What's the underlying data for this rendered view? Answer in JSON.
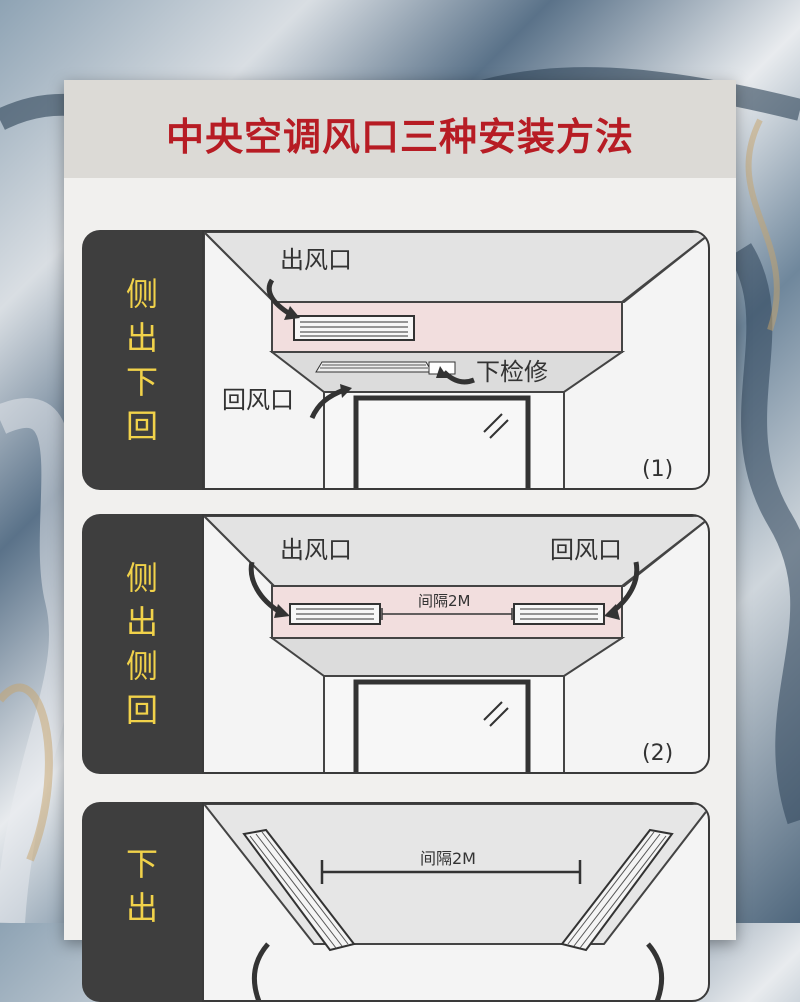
{
  "title": "中央空调风口三种安装方法",
  "panels": [
    {
      "label": [
        "侧",
        "出",
        "下",
        "回"
      ],
      "outlet": "出风口",
      "return": "回风口",
      "access": "下检修",
      "number": "(1)"
    },
    {
      "label": [
        "侧",
        "出",
        "侧",
        "回"
      ],
      "outlet": "出风口",
      "return": "回风口",
      "spacing": "间隔2M",
      "number": "(2)"
    },
    {
      "label": [
        "下",
        "出"
      ],
      "spacing": "间隔2M"
    }
  ],
  "colors": {
    "title": "#b71c24",
    "label_text": "#f1d24a",
    "label_bg": "#3e3e3e",
    "soffit": "#f2dede"
  }
}
